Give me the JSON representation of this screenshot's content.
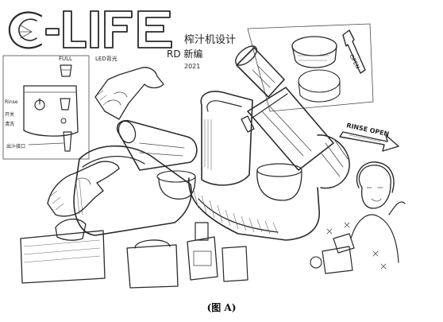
{
  "brand": {
    "logo_text": "C-LIFE"
  },
  "title_notes": {
    "line1": "榨汁机设计",
    "line2": "RD 新编",
    "line3": "2021"
  },
  "control_panel": {
    "full_label": "FULL",
    "led_label": "LED背光",
    "left_labels": [
      "Rinse",
      "开关",
      "清洗"
    ],
    "bottom_label": "出汁接口"
  },
  "arrows": {
    "open": "OPEN",
    "rinse_open": "RINSE OPEN"
  },
  "caption": "(图 A)",
  "colors": {
    "ink": "#2a2a2a",
    "paper": "#ffffff"
  }
}
